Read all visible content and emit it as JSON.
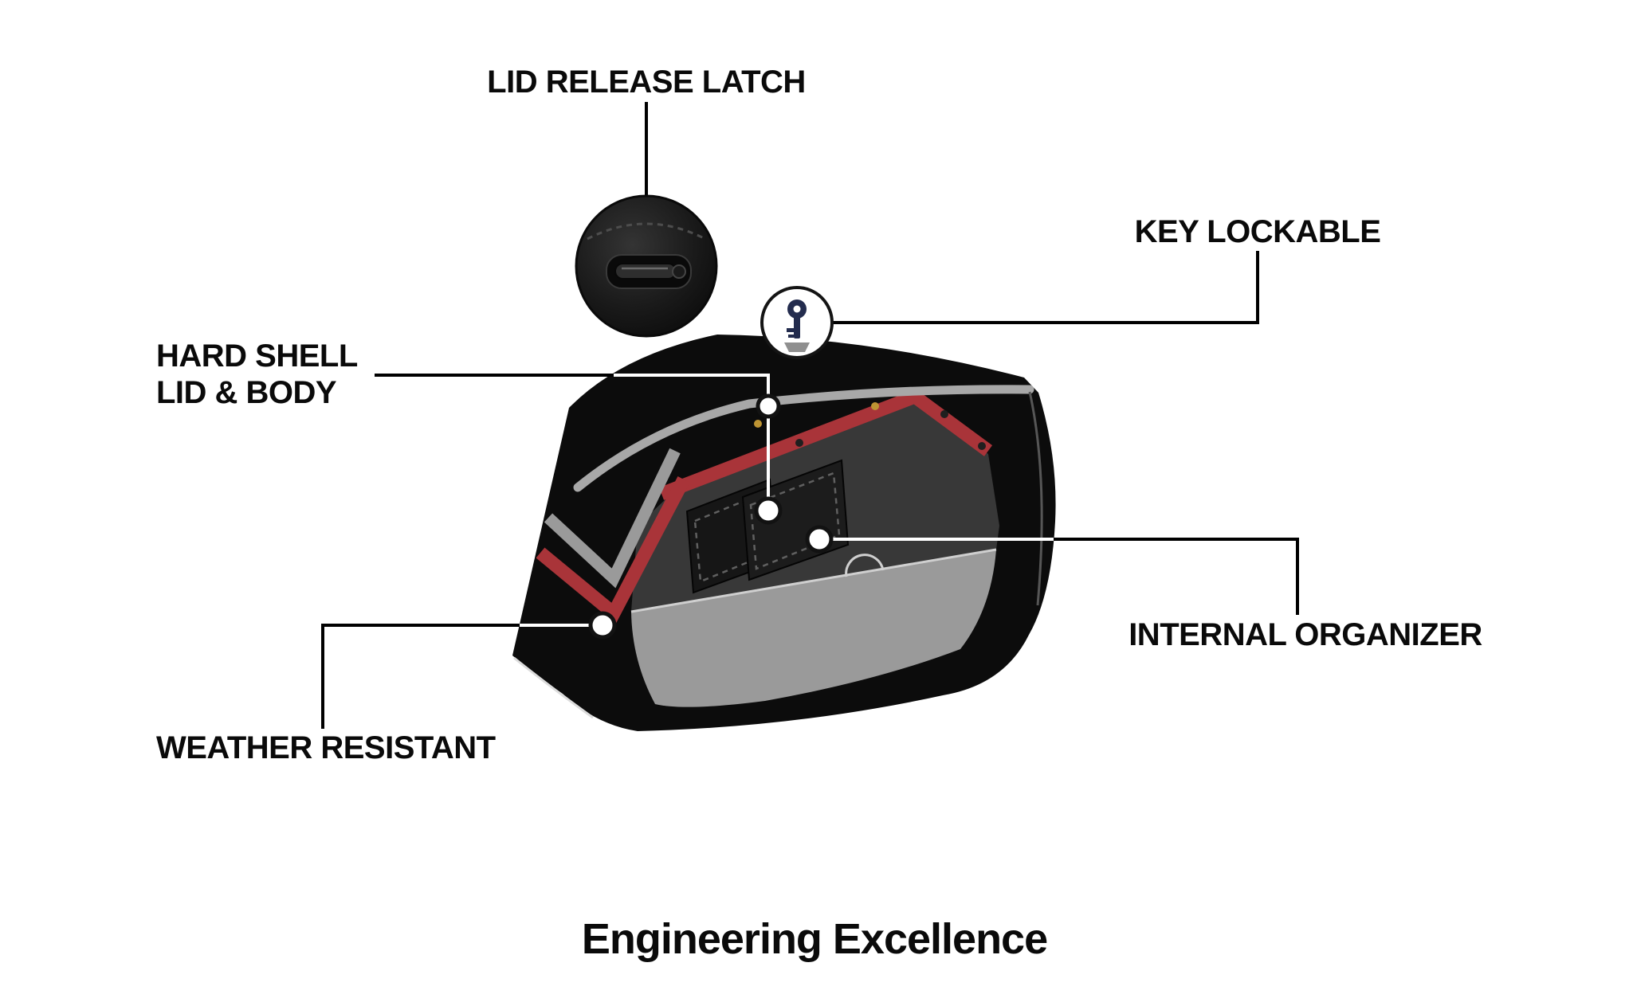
{
  "page": {
    "background": "#ffffff",
    "title": "Engineering Excellence"
  },
  "callouts": [
    {
      "id": "lid-release-latch",
      "label": "LID RELEASE LATCH"
    },
    {
      "id": "key-lockable",
      "label": "KEY LOCKABLE"
    },
    {
      "id": "hard-shell-lid-body",
      "label_line1": "HARD SHELL",
      "label_line2": "LID & BODY"
    },
    {
      "id": "internal-organizer",
      "label": "INTERNAL ORGANIZER"
    },
    {
      "id": "weather-resistant",
      "label": "WEATHER RESISTANT"
    }
  ],
  "illustration": {
    "subject": "motorcycle hard saddlebag shown with lid open",
    "icons": [
      "lid-latch-inset-icon",
      "key-icon"
    ],
    "colors": {
      "bag_black": "#0c0c0c",
      "accent_red": "#a93439",
      "trim_gray": "#a8a8a8",
      "interior_gray": "#9a9a9a",
      "callout_line": "#000000"
    }
  }
}
